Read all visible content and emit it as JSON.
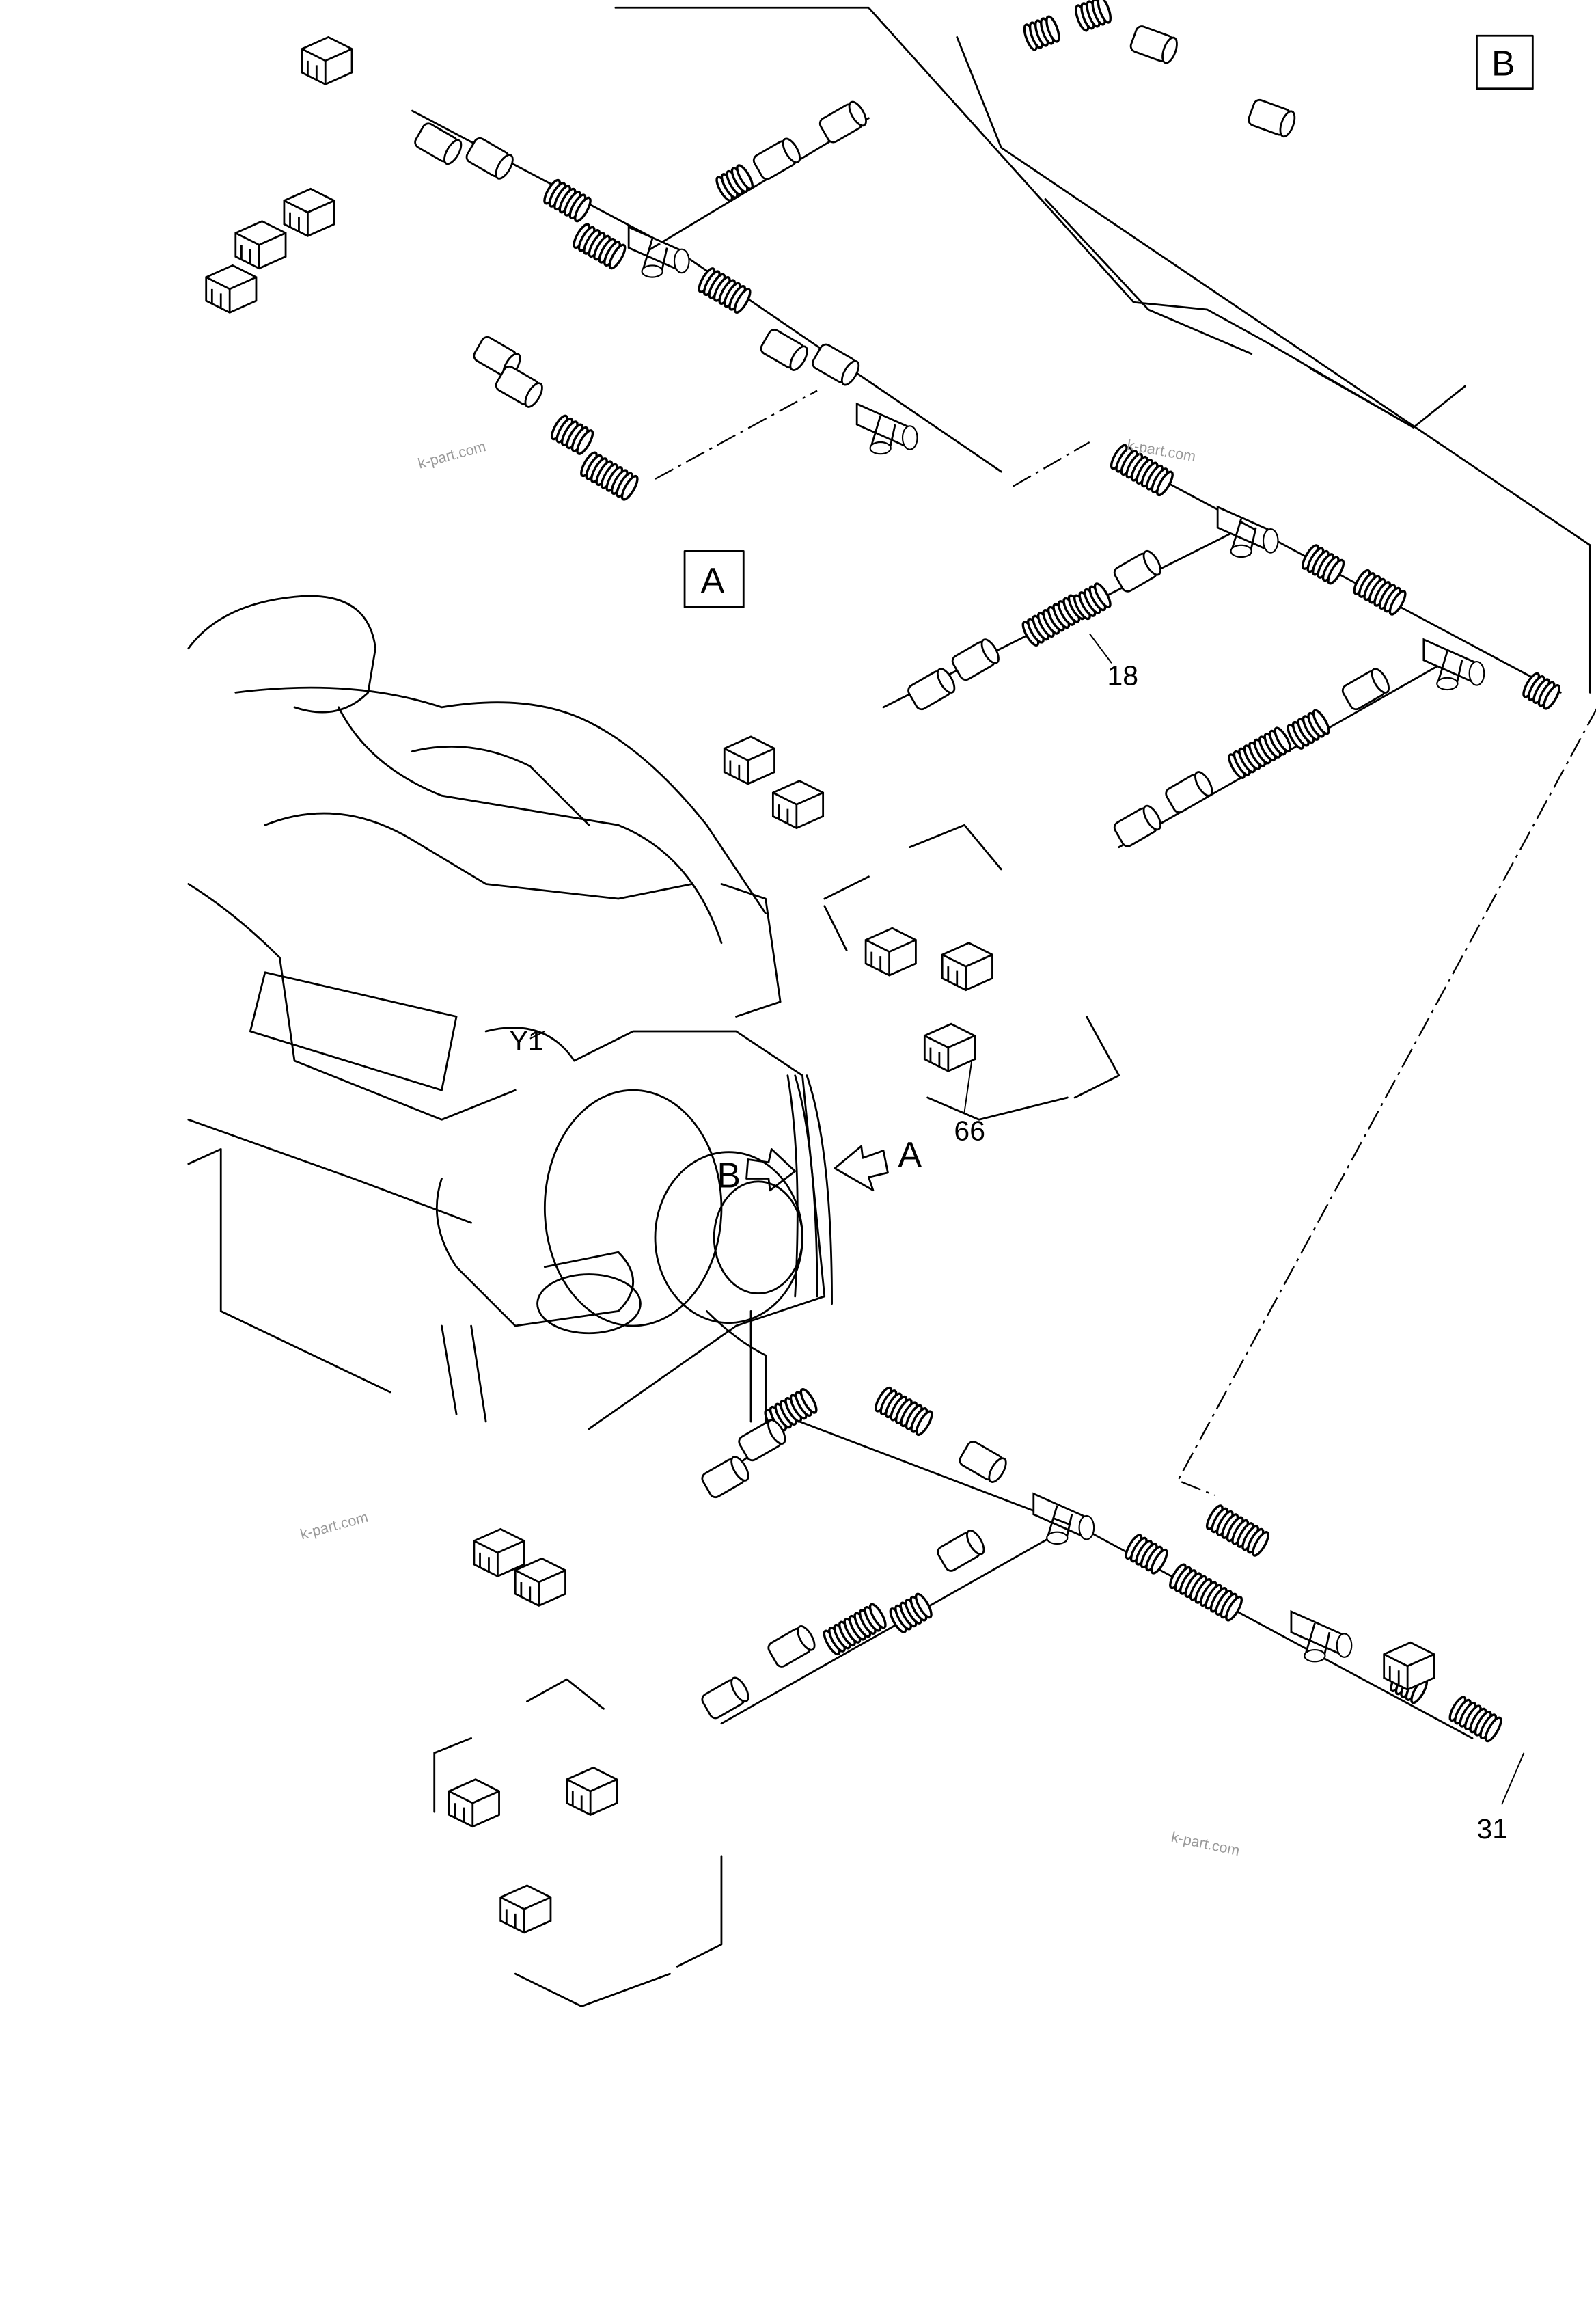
{
  "diagram": {
    "view_labels": {
      "a": "A",
      "b": "B"
    },
    "arrow_labels": {
      "a": "A",
      "b": "B"
    },
    "callouts": {
      "c18": "18",
      "c66": "66",
      "c31": "31",
      "y1": "Y1"
    },
    "watermarks": [
      "k-part.com",
      "k-part.com",
      "k-part.com",
      "k-part.com"
    ]
  }
}
